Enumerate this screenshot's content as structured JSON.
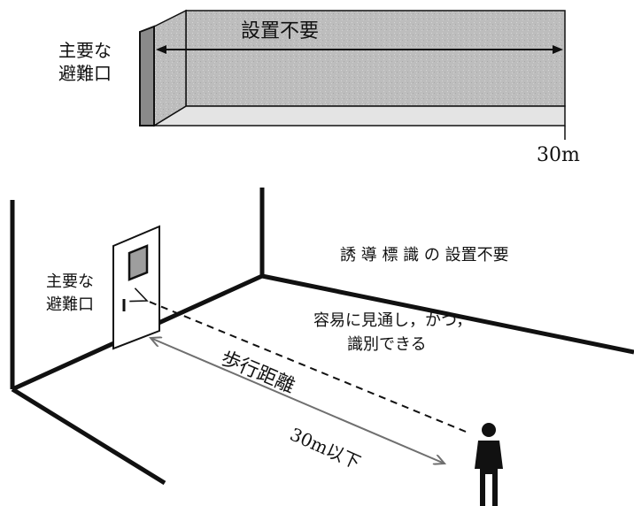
{
  "top_diagram": {
    "exit_label_line1": "主要な",
    "exit_label_line2": "避難口",
    "span_label": "設置不要",
    "distance_label": "30m"
  },
  "bottom_diagram": {
    "exit_label_line1": "主要な",
    "exit_label_line2": "避難口",
    "heading": "誘 導 標 識 の 設置不要",
    "condition_line1": "容易に見通し，かつ，",
    "condition_line2": "識別できる",
    "walk_label": "歩行距離",
    "limit_label": "30m以下"
  },
  "colors": {
    "ink": "#111111",
    "corridor_fill": "#bdbdbd",
    "corridor_floor": "#e4e4e4",
    "door_fill": "#ffffff",
    "window_fill": "#9e9e9e",
    "arrow_gray": "#6f6f6f"
  }
}
